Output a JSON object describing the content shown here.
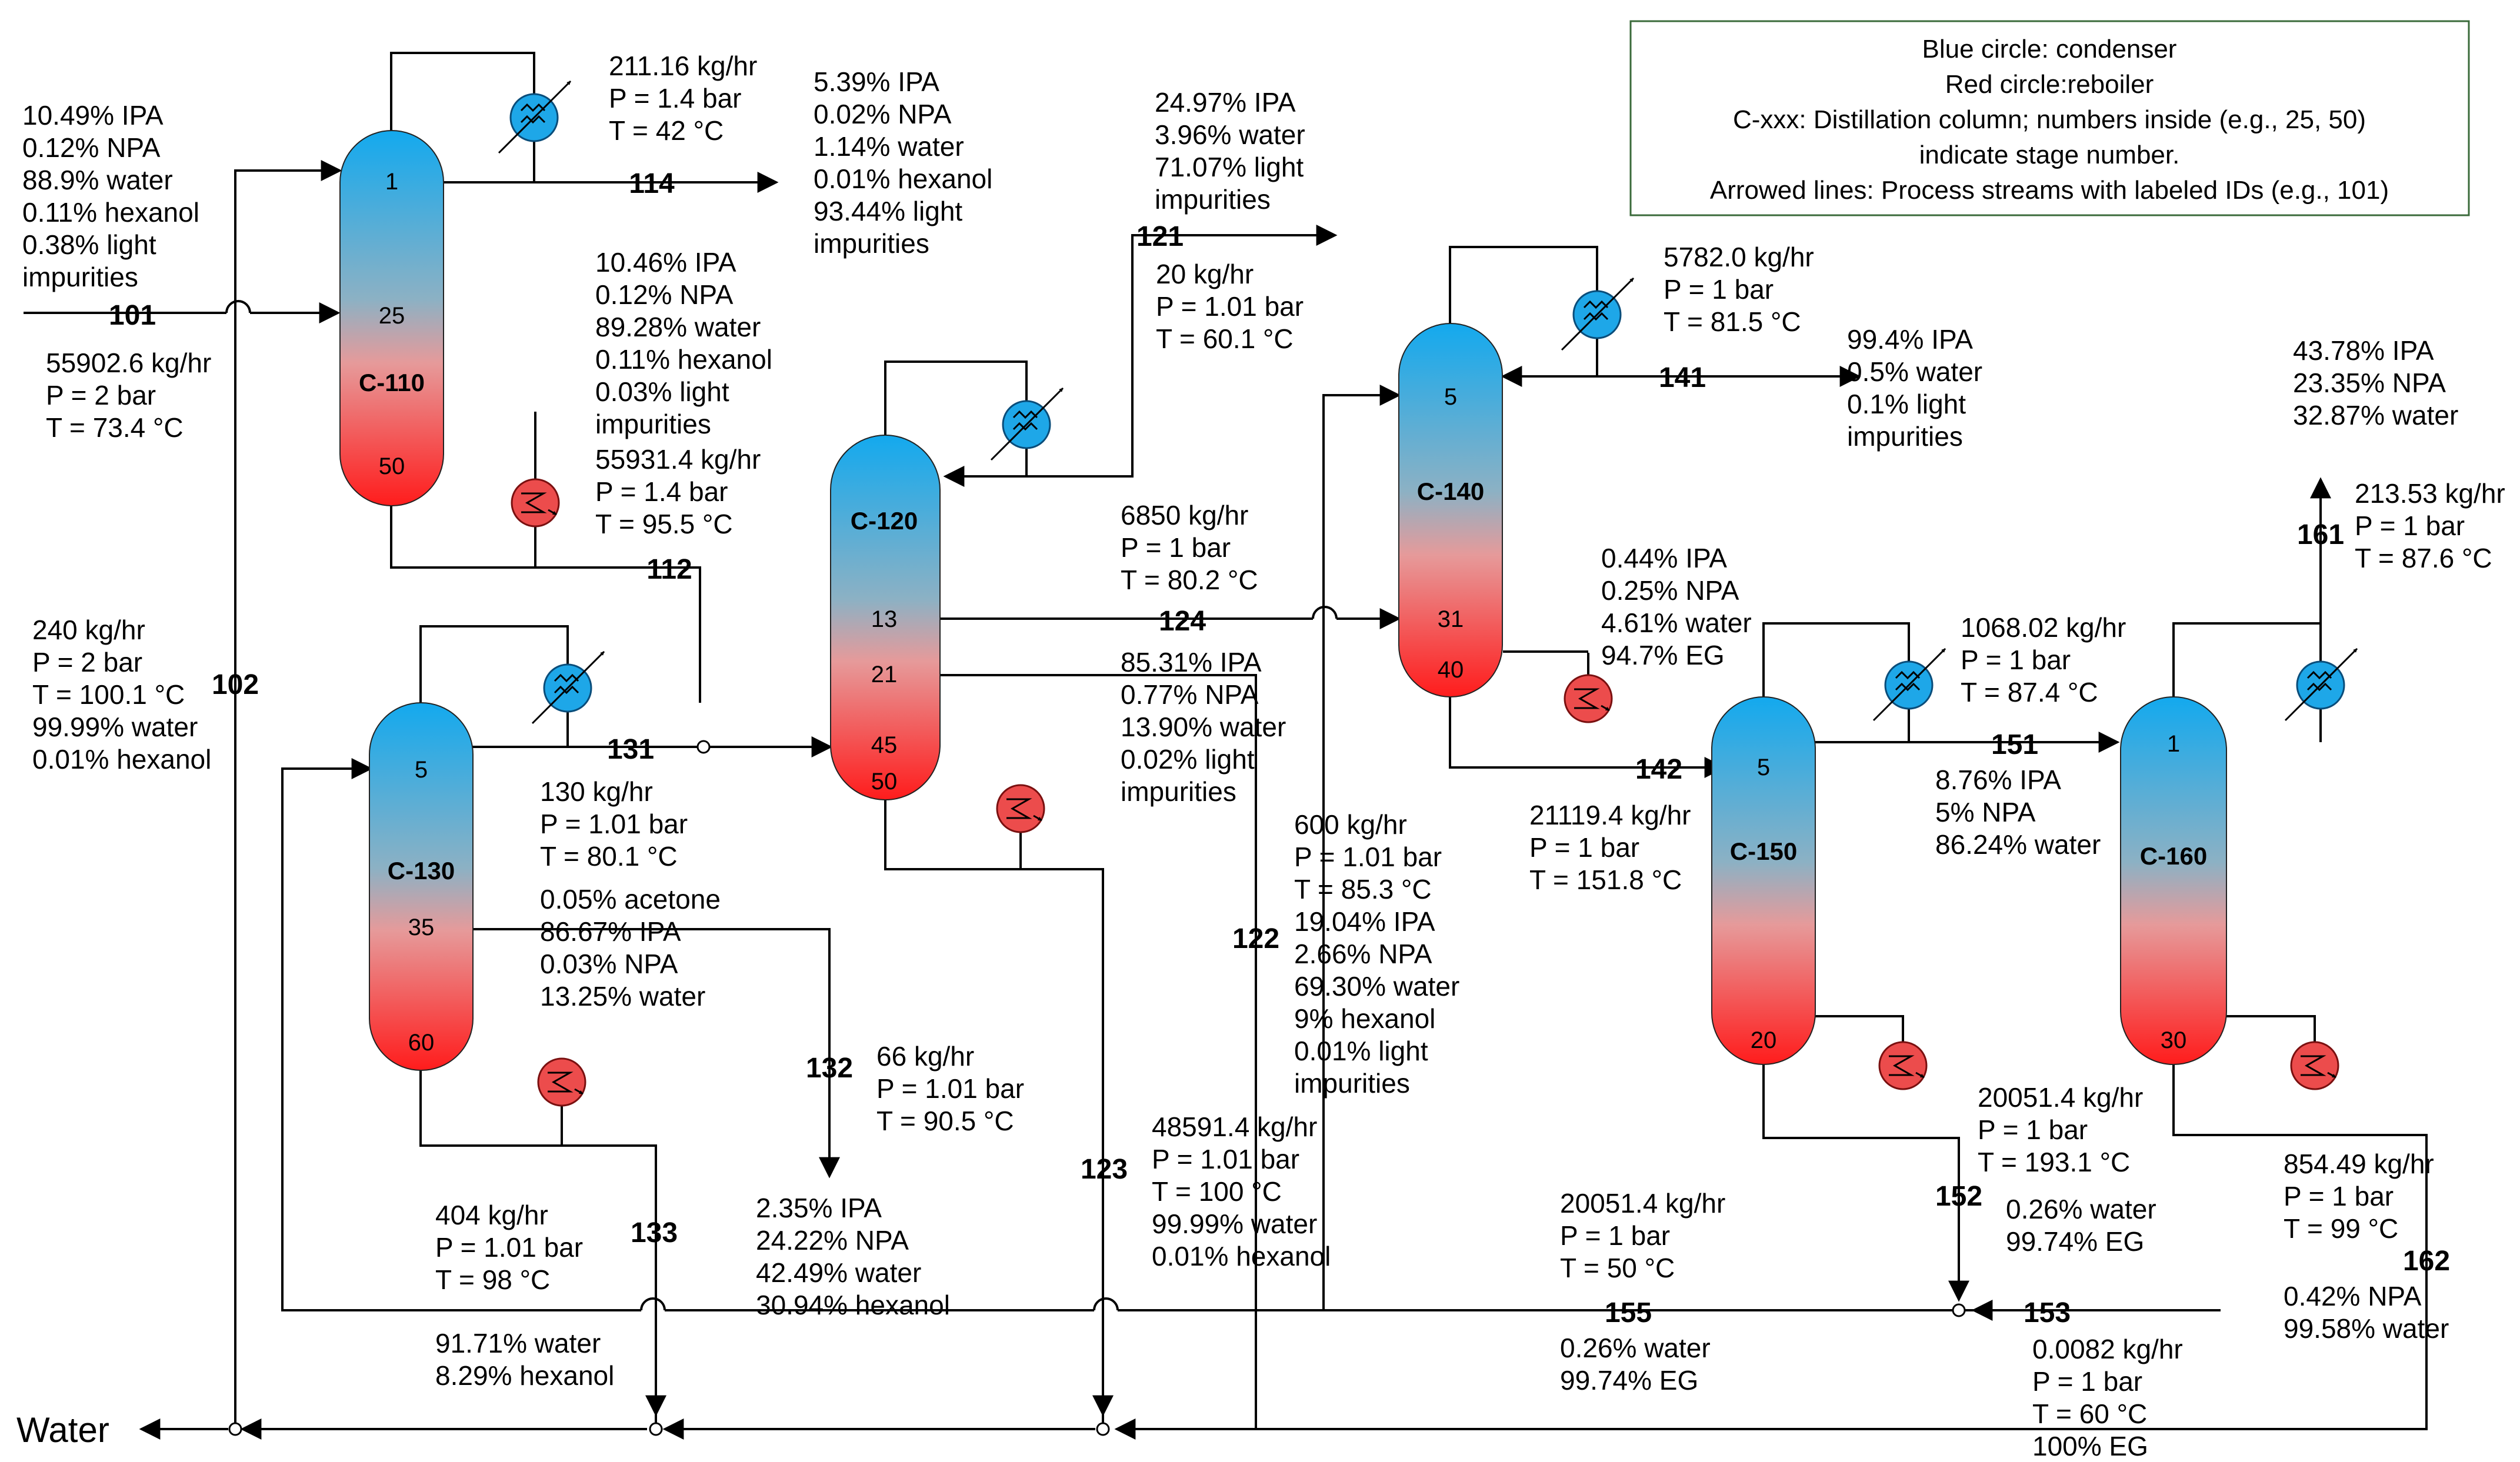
{
  "colors": {
    "condenser": "#1ea7e8",
    "reboiler": "#ec4c4c",
    "column_top": "#13a9ee",
    "column_bottom": "#ff1c1c"
  },
  "legend": [
    "Blue circle: condenser",
    "Red circle:reboiler",
    "C-xxx: Distillation column; numbers inside (e.g., 25, 50)",
    "indicate stage number.",
    "Arrowed lines: Process streams with labeled IDs (e.g., 101)"
  ],
  "columns": {
    "c110": {
      "name": "C-110",
      "stages": [
        "1",
        "25",
        "50"
      ]
    },
    "c120": {
      "name": "C-120",
      "stages": [
        "13",
        "21",
        "45",
        "50"
      ]
    },
    "c130": {
      "name": "C-130",
      "stages": [
        "5",
        "35",
        "60"
      ]
    },
    "c140": {
      "name": "C-140",
      "stages": [
        "5",
        "31",
        "40"
      ]
    },
    "c150": {
      "name": "C-150",
      "stages": [
        "5",
        "20"
      ]
    },
    "c160": {
      "name": "C-160",
      "stages": [
        "1",
        "30"
      ]
    }
  },
  "stream_ids": {
    "s101": "101",
    "s102": "102",
    "s112": "112",
    "s114": "114",
    "s121": "121",
    "s122": "122",
    "s123": "123",
    "s124": "124",
    "s131": "131",
    "s132": "132",
    "s133": "133",
    "s141": "141",
    "s142": "142",
    "s151": "151",
    "s152": "152",
    "s153": "153",
    "s155": "155",
    "s161": "161",
    "s162": "162"
  },
  "water_label": "Water",
  "annotations": [
    [
      "10.49% IPA",
      "0.12% NPA",
      "88.9% water",
      "0.11% hexanol",
      "0.38% light",
      "impurities"
    ],
    [
      "55902.6 kg/hr",
      "P = 2 bar",
      "T = 73.4 °C"
    ],
    [
      "211.16 kg/hr",
      "P = 1.4 bar",
      "T = 42 °C"
    ],
    [
      "5.39% IPA",
      "0.02% NPA",
      "1.14% water",
      "0.01% hexanol",
      "93.44% light",
      "impurities"
    ],
    [
      "10.46% IPA",
      "0.12% NPA",
      "89.28% water",
      "0.11% hexanol",
      "0.03% light",
      "impurities"
    ],
    [
      "55931.4 kg/hr",
      "P = 1.4 bar",
      "T = 95.5 °C"
    ],
    [
      "24.97% IPA",
      "3.96% water",
      "71.07% light",
      "impurities"
    ],
    [
      "20 kg/hr",
      "P = 1.01 bar",
      "T = 60.1 °C"
    ],
    [
      "240 kg/hr",
      "P = 2 bar",
      "T = 100.1 °C",
      "99.99% water",
      "0.01% hexanol"
    ],
    [
      "6850 kg/hr",
      "P = 1 bar",
      "T = 80.2 °C"
    ],
    [
      "85.31% IPA",
      "0.77% NPA",
      "13.90% water",
      "0.02% light",
      "impurities"
    ],
    [
      "130 kg/hr",
      "P = 1.01 bar",
      "T = 80.1 °C"
    ],
    [
      "0.05% acetone",
      "86.67% IPA",
      "0.03% NPA",
      "13.25% water"
    ],
    [
      "66 kg/hr",
      "P = 1.01 bar",
      "T = 90.5 °C"
    ],
    [
      "2.35% IPA",
      "24.22% NPA",
      "42.49% water",
      "30.94% hexanol"
    ],
    [
      "404 kg/hr",
      "P = 1.01 bar",
      "T = 98 °C"
    ],
    [
      "91.71% water",
      "8.29% hexanol"
    ],
    [
      "600 kg/hr",
      "P = 1.01 bar",
      "T = 85.3 °C",
      "19.04% IPA",
      "2.66% NPA",
      "69.30% water",
      "9% hexanol",
      "0.01% light",
      "impurities"
    ],
    [
      "48591.4 kg/hr",
      "P = 1.01 bar",
      "T = 100 °C",
      "99.99% water",
      "0.01% hexanol"
    ],
    [
      "5782.0 kg/hr",
      "P = 1 bar",
      "T = 81.5 °C"
    ],
    [
      "99.4% IPA",
      "0.5% water",
      "0.1% light",
      "impurities"
    ],
    [
      "0.44% IPA",
      "0.25% NPA",
      "4.61% water",
      "94.7% EG"
    ],
    [
      "21119.4 kg/hr",
      "P = 1 bar",
      "T = 151.8 °C"
    ],
    [
      "1068.02 kg/hr",
      "P = 1 bar",
      "T = 87.4 °C"
    ],
    [
      "8.76% IPA",
      "5% NPA",
      "86.24% water"
    ],
    [
      "43.78% IPA",
      "23.35% NPA",
      "32.87% water"
    ],
    [
      "213.53 kg/hr",
      "P = 1 bar",
      "T = 87.6 °C"
    ],
    [
      "20051.4 kg/hr",
      "P = 1 bar",
      "T = 193.1 °C"
    ],
    [
      "0.26% water",
      "99.74% EG"
    ],
    [
      "20051.4 kg/hr",
      "P = 1 bar",
      "T = 50 °C"
    ],
    [
      "0.26% water",
      "99.74% EG"
    ],
    [
      "854.49 kg/hr",
      "P = 1 bar",
      "T = 99 °C"
    ],
    [
      "0.42% NPA",
      "99.58% water"
    ],
    [
      "0.0082 kg/hr",
      "P = 1 bar",
      "T = 60 °C",
      "100% EG"
    ]
  ]
}
